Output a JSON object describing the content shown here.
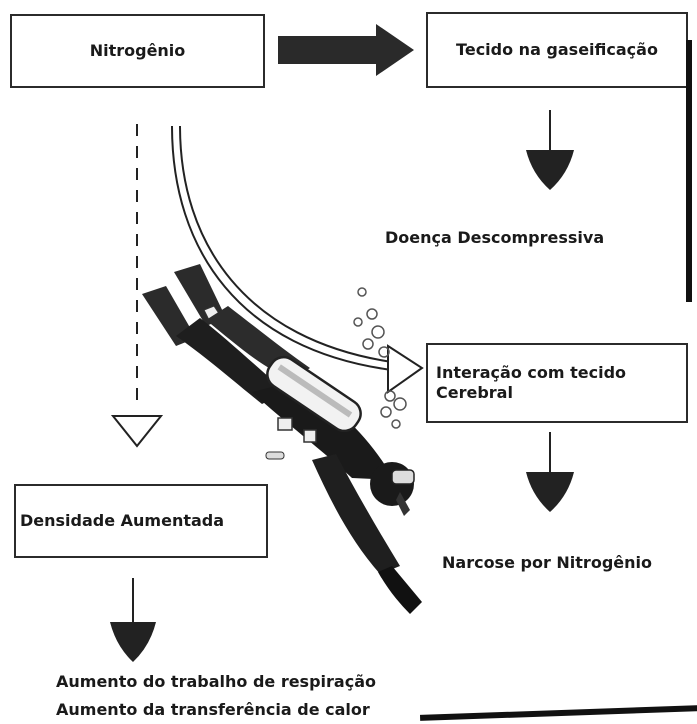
{
  "boxes": {
    "nitrogen": "Nitrogênio",
    "tissue": "Tecido na gaseificação",
    "brain_line1": "Interação com tecido",
    "brain_line2": "Cerebral",
    "density": "Densidade Aumentada"
  },
  "outcomes": {
    "dcs": "Doença Descompressiva",
    "narcosis": "Narcose por Nitrogênio",
    "effect1": "Aumento do trabalho de respiração",
    "effect2": "Aumento da transferência de calor"
  },
  "colors": {
    "stroke": "#2b2b2b",
    "arrow_fill": "#222222",
    "background": "#ffffff"
  },
  "illustration": {
    "subject": "scuba-diver-icon"
  }
}
